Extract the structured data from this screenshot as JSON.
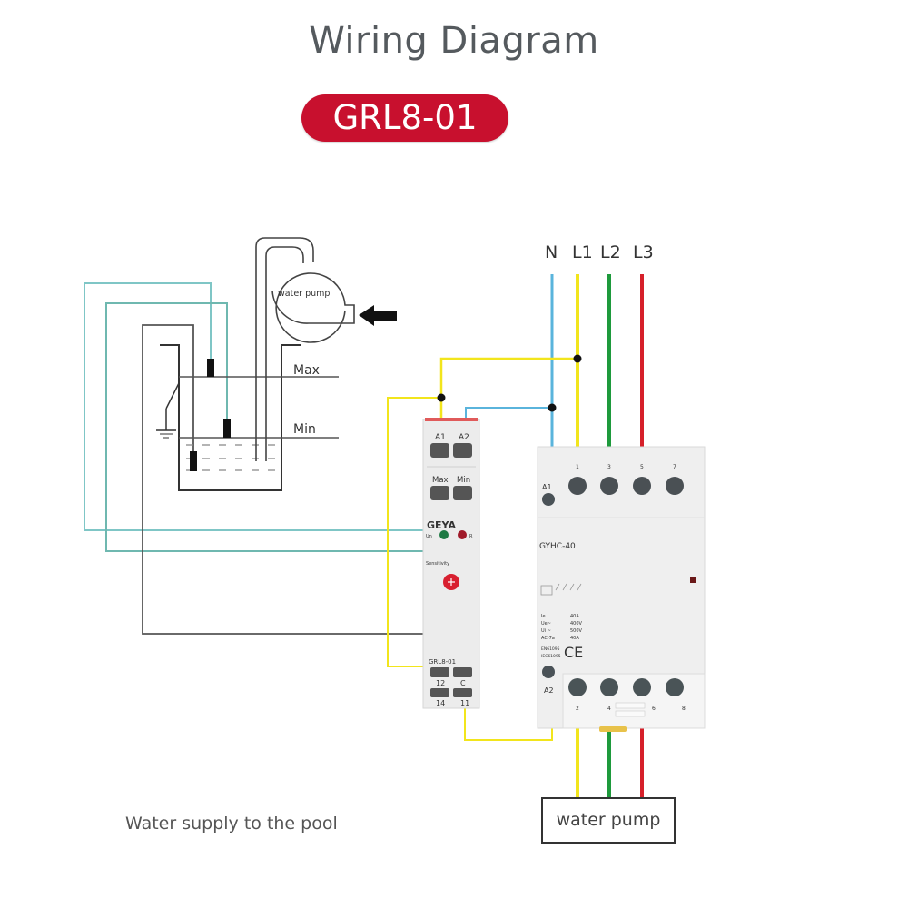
{
  "header": {
    "title": "Wiring Diagram",
    "model_badge": "GRL8-01"
  },
  "tank": {
    "pump_label": "water pump",
    "max_label": "Max",
    "min_label": "Min"
  },
  "phases": {
    "labels": [
      "N",
      "L1",
      "L2",
      "L3"
    ],
    "colors": {
      "N": "#5ab4dc",
      "L1": "#f2e51c",
      "L2": "#1e9a3c",
      "L3": "#d6202a"
    }
  },
  "relay": {
    "brand": "GEYA",
    "model": "GRL8-01",
    "top_terminals": [
      "A1",
      "A2"
    ],
    "probe_terminals": [
      "Max",
      "Min"
    ],
    "led_left": "Un",
    "led_right": "R",
    "knob_label": "Sensitivity",
    "bottom_terminals_top": [
      "12",
      "C"
    ],
    "bottom_terminals_bottom": [
      "14",
      "11"
    ]
  },
  "contactor": {
    "model": "GYHC-40",
    "coil_top": "A1",
    "coil_bottom": "A2",
    "top_terminals": [
      "1",
      "3",
      "5",
      "7"
    ],
    "bottom_terminals": [
      "2",
      "4",
      "6",
      "8"
    ],
    "ratings": [
      {
        "k": "Ie",
        "v": "40A"
      },
      {
        "k": "Ue~",
        "v": "400V"
      },
      {
        "k": "Ui ~",
        "v": "500V"
      },
      {
        "k": "AC-7a",
        "v": "40A"
      }
    ],
    "standards": [
      "EN61095",
      "IEC61095"
    ],
    "mark": "CE"
  },
  "footer": {
    "caption": "Water supply to the pool",
    "load_label": "water pump"
  }
}
